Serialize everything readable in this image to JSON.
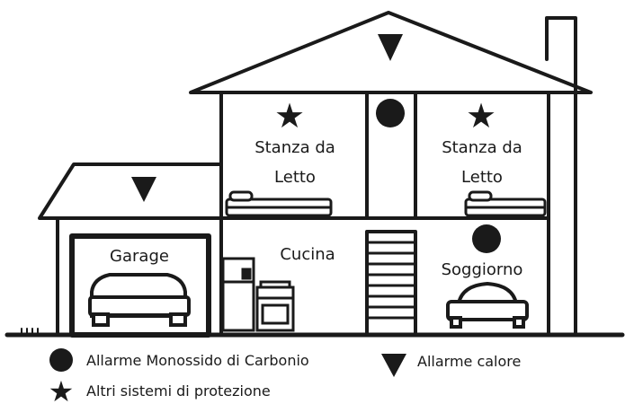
{
  "rooms": {
    "bedroom_left": [
      "Stanza da",
      "Letto"
    ],
    "bedroom_right": [
      "Stanza da",
      "Letto"
    ],
    "garage": "Garage",
    "kitchen": "Cucina",
    "living": "Soggiorno"
  },
  "legend": {
    "co_alarm": "Allarme Monossido di Carbonio",
    "heat_alarm": "Allarme calore",
    "other": "Altri sistemi di protezione"
  },
  "icons": {
    "co_alarm": "circle-icon",
    "heat_alarm": "triangle-down-icon",
    "other": "star-icon"
  },
  "colors": {
    "line": "#1a1a1a",
    "fill": "#ffffff"
  }
}
